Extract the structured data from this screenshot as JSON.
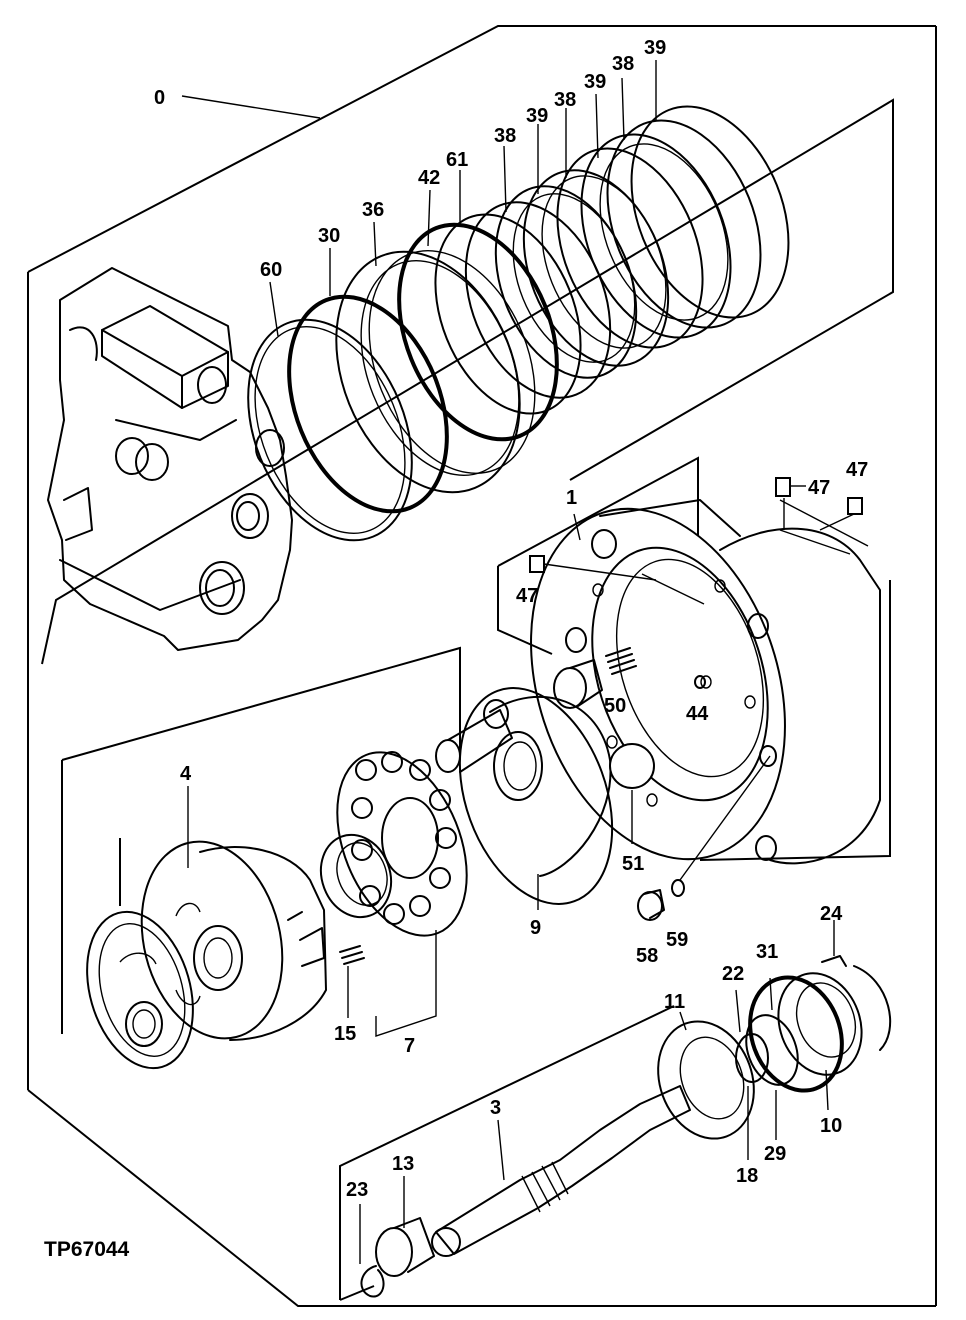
{
  "figure_id": "TP67044",
  "callouts": {
    "c0": "0",
    "c39a": "39",
    "c38a": "38",
    "c39b": "39",
    "c38b": "38",
    "c39c": "39",
    "c38c": "38",
    "c61": "61",
    "c42": "42",
    "c36": "36",
    "c30": "30",
    "c60": "60",
    "c1": "1",
    "c47a": "47",
    "c47b": "47",
    "c47c": "47",
    "c50": "50",
    "c44": "44",
    "c4": "4",
    "c9": "9",
    "c51": "51",
    "c58": "58",
    "c59": "59",
    "c24": "24",
    "c15": "15",
    "c7": "7",
    "c22": "22",
    "c31": "31",
    "c11": "11",
    "c10": "10",
    "c29": "29",
    "c18": "18",
    "c3": "3",
    "c23": "23",
    "c13": "13"
  }
}
